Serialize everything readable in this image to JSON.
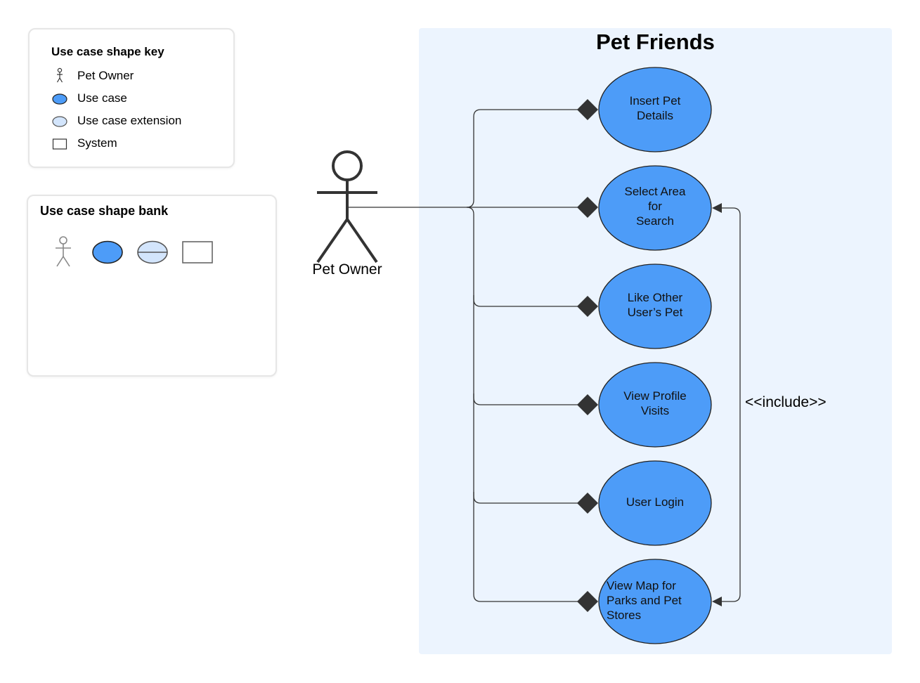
{
  "key": {
    "title": "Use case shape key",
    "items": [
      {
        "icon": "actor-icon",
        "label": "Pet Owner"
      },
      {
        "icon": "use-case-icon",
        "label": "Use case"
      },
      {
        "icon": "use-case-extension-icon",
        "label": "Use case extension"
      },
      {
        "icon": "system-icon",
        "label": "System"
      }
    ]
  },
  "bank": {
    "title": "Use case shape bank",
    "shapes": [
      "actor-icon",
      "use-case-icon",
      "use-case-extension-icon",
      "system-icon"
    ]
  },
  "system": {
    "title": "Pet Friends"
  },
  "actor": {
    "label": "Pet Owner"
  },
  "use_cases": [
    {
      "label": "Insert Pet\nDetails"
    },
    {
      "label": "Select Area\nfor\nSearch"
    },
    {
      "label": "Like Other\nUser’s Pet"
    },
    {
      "label": "View Profile\nVisits"
    },
    {
      "label": "User Login"
    },
    {
      "label": "View Map for\nParks and Pet\nStores"
    }
  ],
  "include": {
    "label": "<<include>>"
  },
  "colors": {
    "use_case_fill": "#4d9cf8",
    "extension_fill": "#d3e5fc",
    "system_fill": "#ecf4fe",
    "line": "#333333"
  }
}
